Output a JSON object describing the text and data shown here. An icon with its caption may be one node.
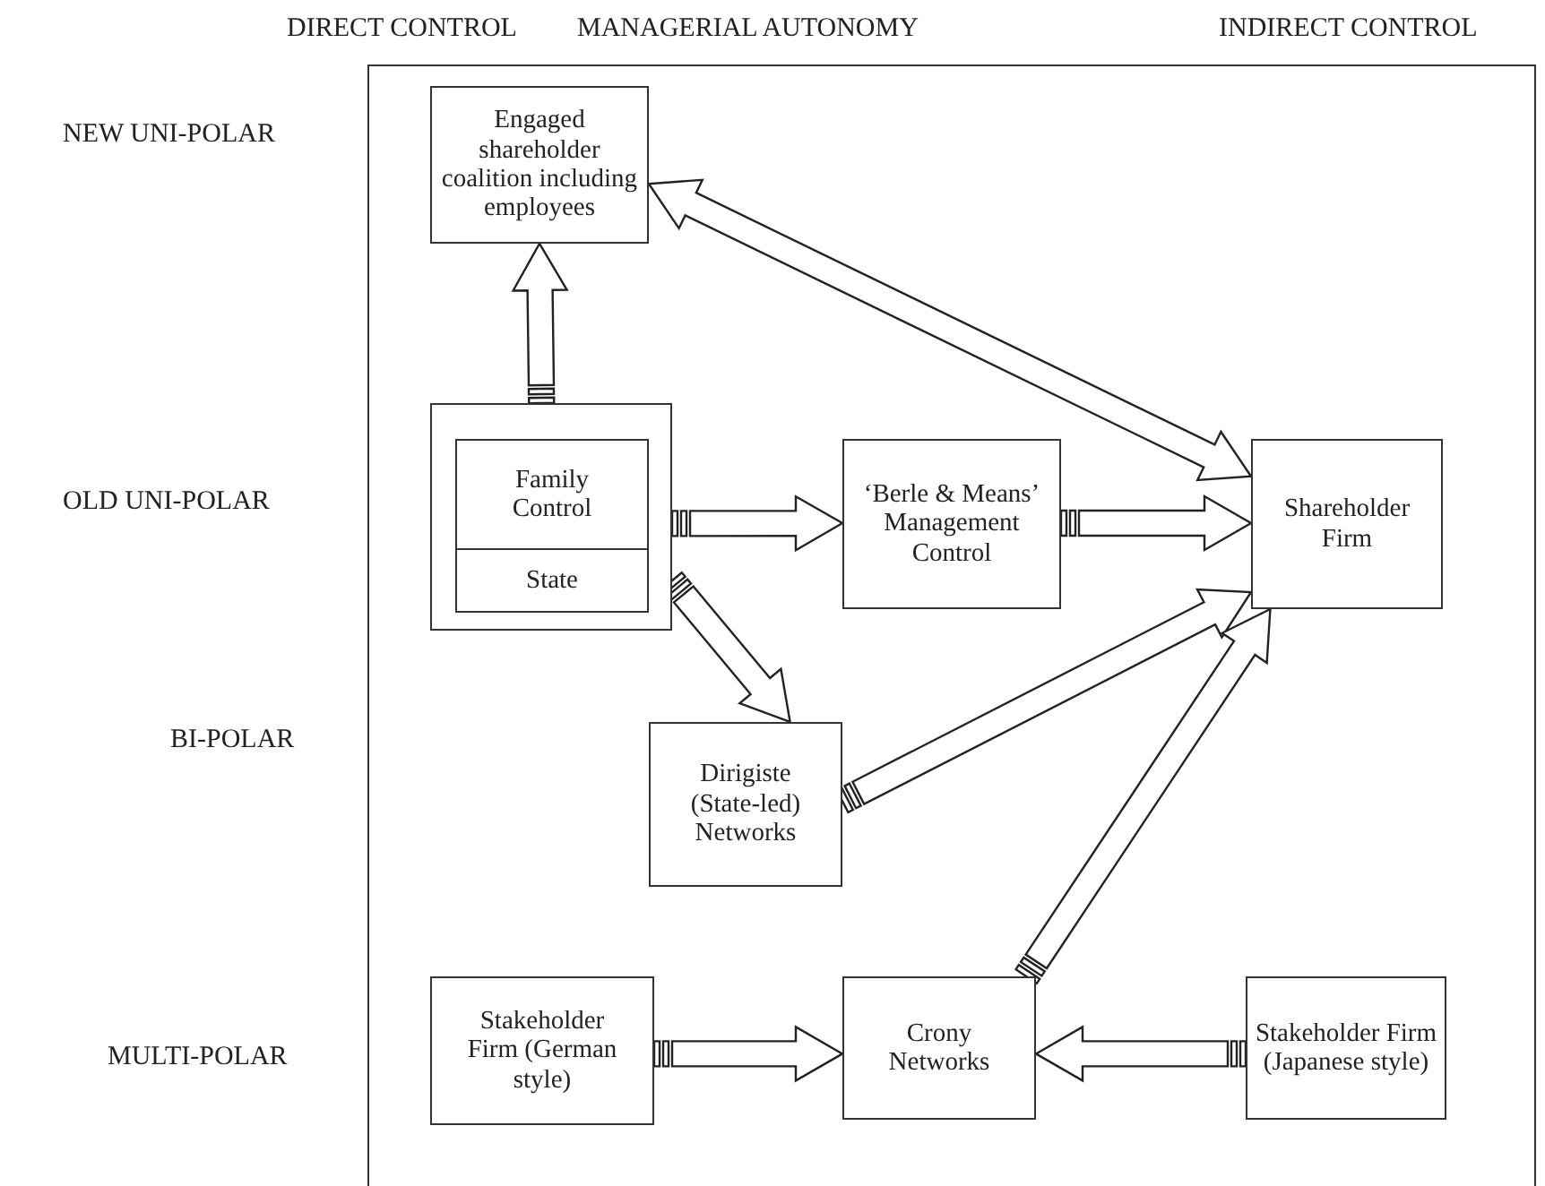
{
  "diagram": {
    "nodes": [
      {
        "text": [
          "Engaged shareholder coalition including employees"
        ]
      },
      {
        "text": [],
        "shape": "box"
      },
      {
        "text": [
          "Family Control"
        ],
        "in": 1
      },
      {
        "text": [
          "State"
        ],
        "in": 1
      },
      {
        "text": [
          "‘Berle & Means’ Management Control"
        ]
      },
      {
        "text": [
          "Shareholder Firm"
        ]
      },
      {
        "text": [
          "Dirigiste (State-led) Networks"
        ]
      },
      {
        "text": [
          "Stakeholder Firm (German style)"
        ]
      },
      {
        "text": [
          "Crony Networks"
        ]
      },
      {
        "text": [
          "Stakeholder Firm (Japanese style)"
        ]
      }
    ],
    "edges": [
      {
        "from": 1,
        "to": 0,
        "arrow": "to"
      },
      {
        "from": 0,
        "to": 5,
        "arrow": "both"
      },
      {
        "from": 1,
        "to": 4,
        "arrow": "to"
      },
      {
        "from": 4,
        "to": 5,
        "arrow": "to"
      },
      {
        "from": 1,
        "to": 6,
        "arrow": "to"
      },
      {
        "from": 6,
        "to": 5,
        "arrow": "to"
      },
      {
        "from": 8,
        "to": 5,
        "arrow": "to"
      },
      {
        "from": 7,
        "to": 8,
        "arrow": "to"
      },
      {
        "from": 9,
        "to": 8,
        "arrow": "to"
      }
    ],
    "labels": [
      "DIRECT CONTROL",
      "MANAGERIAL AUTONOMY",
      "INDIRECT CONTROL",
      "NEW UNI-POLAR",
      "OLD UNI-POLAR",
      "BI-POLAR",
      "MULTI-POLAR"
    ]
  }
}
